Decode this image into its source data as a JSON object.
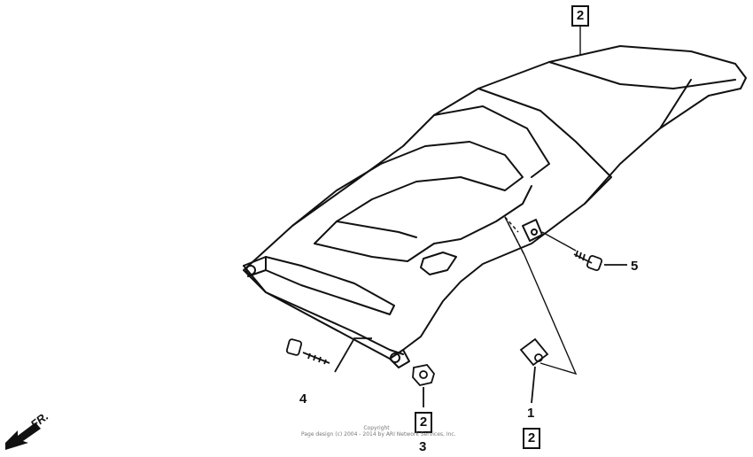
{
  "diagram": {
    "callouts": [
      {
        "id": "part-1",
        "label": "1"
      },
      {
        "id": "part-3",
        "label": "3"
      },
      {
        "id": "part-4",
        "label": "4"
      },
      {
        "id": "part-5",
        "label": "5"
      }
    ],
    "ref_boxes": [
      {
        "id": "ref-top",
        "label": "2"
      },
      {
        "id": "ref-bottom-center",
        "label": "2"
      },
      {
        "id": "ref-bottom-right",
        "label": "2"
      }
    ],
    "direction_label": "FR.",
    "copyright_line1": "Copyright",
    "copyright_line2": "Page design (c) 2004 - 2014 by ARI Network Services, Inc."
  }
}
